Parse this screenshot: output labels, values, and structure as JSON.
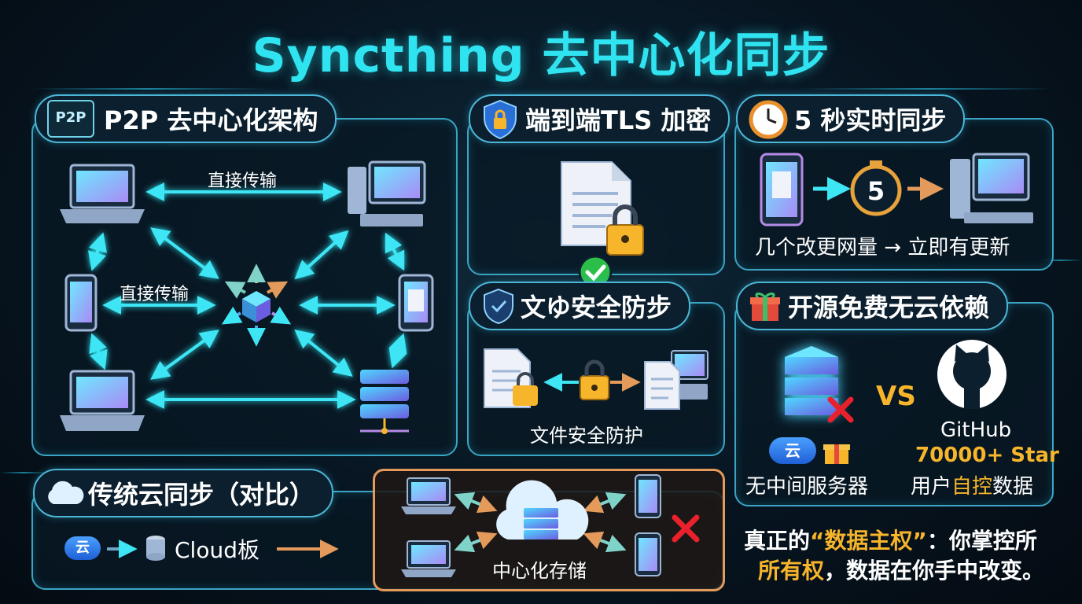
{
  "title": "Syncthing 去中心化同步",
  "p2p": {
    "heading": "P2P 去中心化架构",
    "icon_text": "P2P",
    "label_top": "直接传输",
    "label_mid": "直接传输"
  },
  "tls": {
    "heading": "端到端TLS 加密"
  },
  "sync5": {
    "heading": "5 秒实时同步",
    "timer_value": "5",
    "caption": "几个改更网量 → 立即有更新"
  },
  "filesafe": {
    "heading": "文ゆ安全防步",
    "caption": "文件安全防护"
  },
  "opensource": {
    "heading": "开源免费无云依赖",
    "vs": "VS",
    "cloud_badge": "云",
    "left_caption": "无中间服务器",
    "right_name": "GitHub",
    "stars": "70000+ Star",
    "right_caption_a": "用户",
    "right_caption_b": "自控",
    "right_caption_c": "数据"
  },
  "traditional": {
    "heading": "传统云同步（对比）",
    "cloud_badge": "云",
    "flow_label": "Cloud板",
    "center_label": "中心化存储"
  },
  "sovereignty": {
    "line1_a": "真正的",
    "line1_b": "“数据主权”",
    "line1_c": "：你掌控所",
    "line2_a": "所有权",
    "line2_b": "，数据在你手中改变。"
  },
  "colors": {
    "accent": "#2fe3f0",
    "gold": "#f7b52b",
    "border": "#3ba4c4",
    "red": "#e8212c",
    "green": "#2bbf4a"
  }
}
